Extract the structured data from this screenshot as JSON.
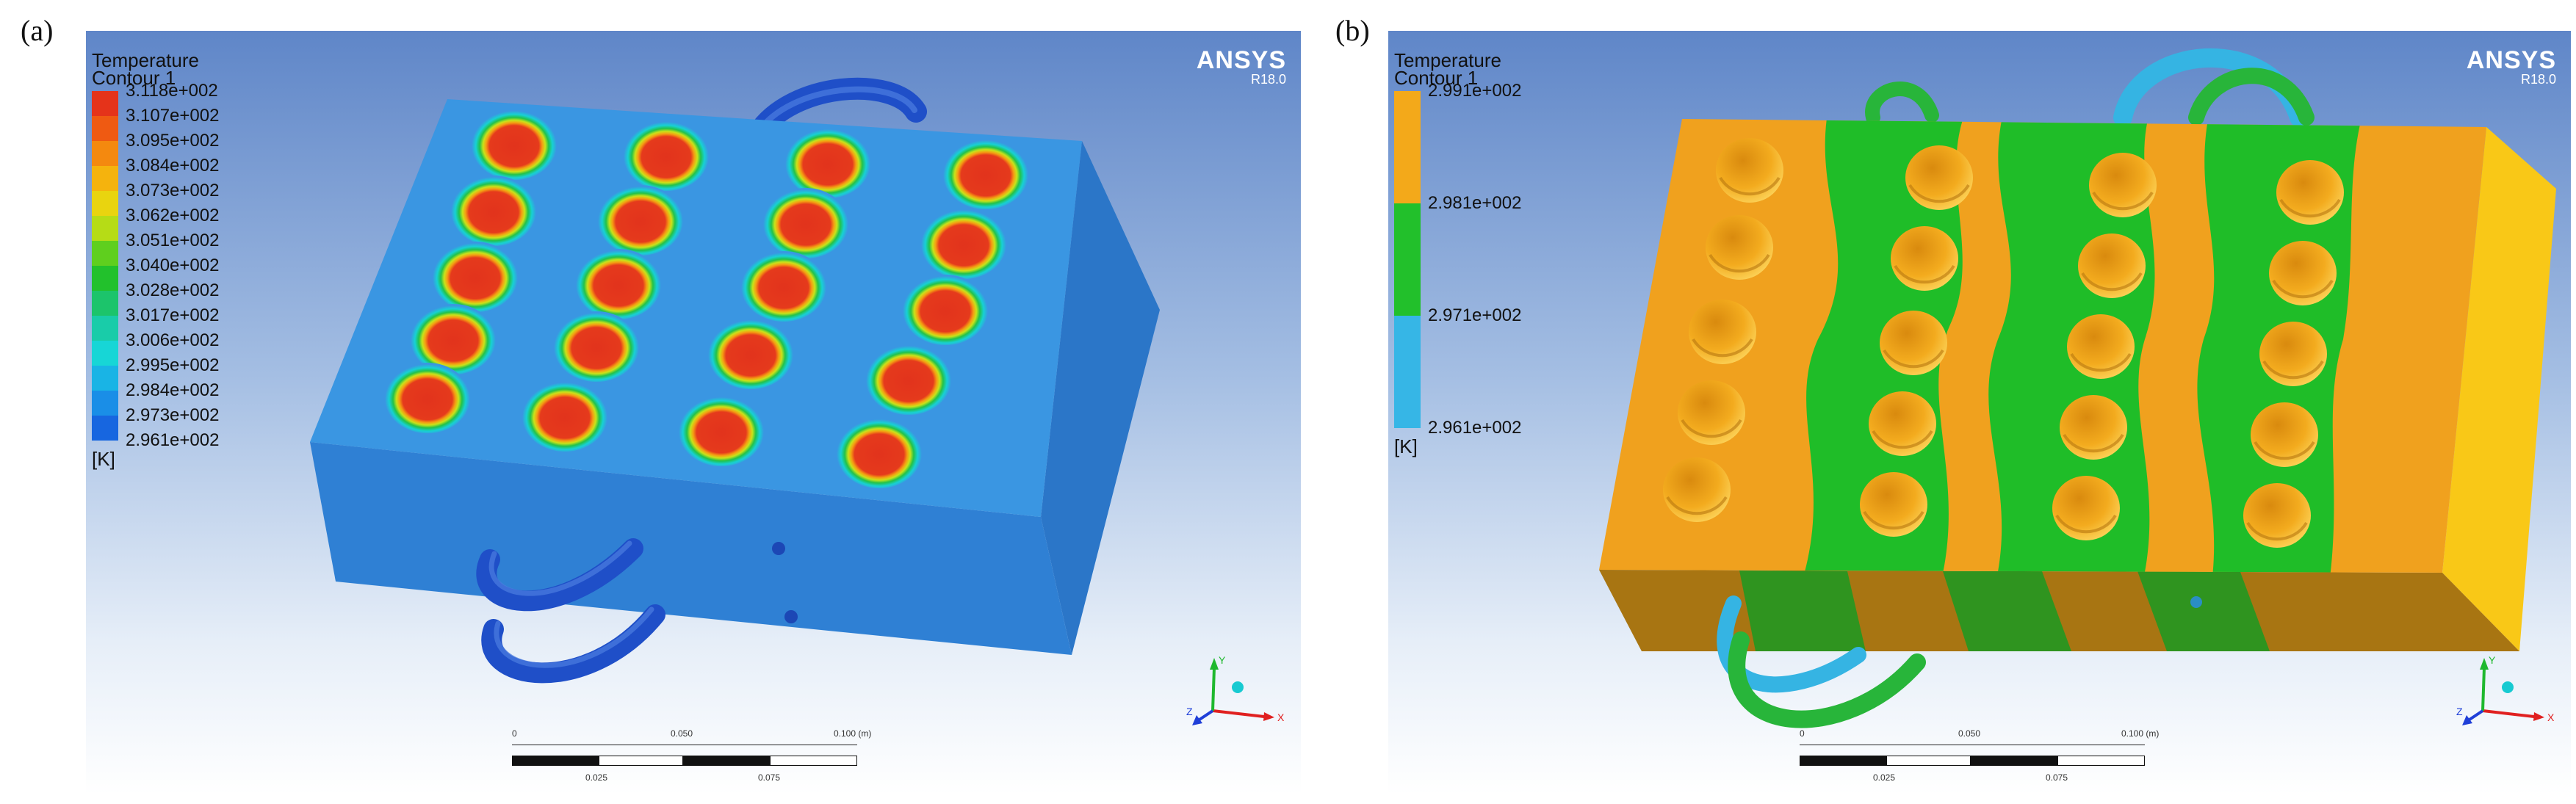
{
  "panels": [
    {
      "id": "a",
      "label": "(a)",
      "brand": {
        "name": "ANSYS",
        "release": "R18.0"
      },
      "legend": {
        "title_line1": "Temperature",
        "title_line2": "Contour 1",
        "unit": "[K]",
        "ticks": [
          "3.118e+002",
          "3.107e+002",
          "3.095e+002",
          "3.084e+002",
          "3.073e+002",
          "3.062e+002",
          "3.051e+002",
          "3.040e+002",
          "3.028e+002",
          "3.017e+002",
          "3.006e+002",
          "2.995e+002",
          "2.984e+002",
          "2.973e+002",
          "2.961e+002"
        ],
        "colors": [
          "#e5331a",
          "#ef5a12",
          "#f4890f",
          "#f5b30d",
          "#e9d40f",
          "#b6dc16",
          "#5fcf1e",
          "#22c12c",
          "#1cc46b",
          "#19cca9",
          "#17d6d6",
          "#19b4e5",
          "#1a8ee7",
          "#1766e0"
        ]
      },
      "scale_bar": {
        "top_labels": [
          "0",
          "0.050",
          "0.100  (m)"
        ],
        "bottom_labels": [
          "0.025",
          "0.075"
        ]
      },
      "axes": {
        "x": "X",
        "y": "Y",
        "z": "Z"
      },
      "colors": {
        "block_top": "#3a96e2",
        "block_front": "#2f80d4",
        "block_side": "#2b76c8",
        "hole_core": "#e2331c",
        "pipe": "#1f4fc8"
      }
    },
    {
      "id": "b",
      "label": "(b)",
      "brand": {
        "name": "ANSYS",
        "release": "R18.0"
      },
      "legend": {
        "title_line1": "Temperature",
        "title_line2": "Contour 1",
        "unit": "[K]",
        "ticks": [
          "2.991e+002",
          "2.981e+002",
          "2.971e+002",
          "2.961e+002"
        ],
        "colors": [
          "#f3a91a",
          "#22c02b",
          "#36b6e6"
        ]
      },
      "scale_bar": {
        "top_labels": [
          "0",
          "0.050",
          "0.100  (m)"
        ],
        "bottom_labels": [
          "0.025",
          "0.075"
        ]
      },
      "axes": {
        "x": "X",
        "y": "Y",
        "z": "Z"
      },
      "colors": {
        "block_orange": "#f0a11e",
        "block_green": "#1fbd28",
        "block_side": "#f9c817",
        "block_front": "#a87512",
        "pipe_blue": "#35b4e3",
        "pipe_green": "#28b53a"
      }
    }
  ]
}
